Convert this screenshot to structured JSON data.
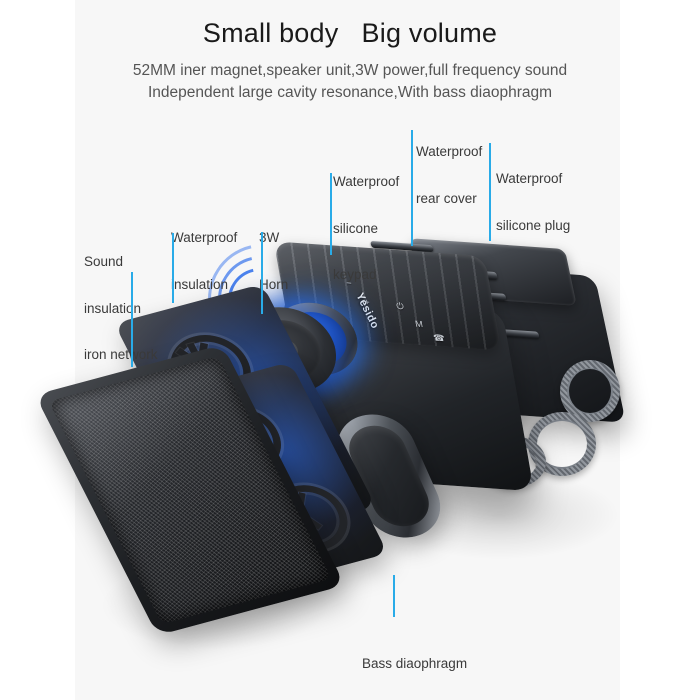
{
  "page": {
    "background_color": "#ffffff",
    "panel_color": "#f7f7f7",
    "accent_color": "#29abe8"
  },
  "header": {
    "title": "Small body   Big volume",
    "subtitle_line1": "52MM iner magnet,speaker unit,3W power,full frequency sound",
    "subtitle_line2": "Independent large cavity resonance,With bass diaophragm"
  },
  "callouts": [
    {
      "id": "sound-insulation-iron-network",
      "line1": "Sound",
      "line2": "insulation",
      "line3": "iron network"
    },
    {
      "id": "waterproof-insulation",
      "line1": "Waterproof",
      "line2": "insulation",
      "line3": ""
    },
    {
      "id": "3w-horn",
      "line1": "3W",
      "line2": "Horn",
      "line3": ""
    },
    {
      "id": "waterproof-silicone-keypad",
      "line1": "Waterproof",
      "line2": "silicone",
      "line3": "keypad"
    },
    {
      "id": "waterproof-rear-cover",
      "line1": "Waterproof",
      "line2": "rear cover",
      "line3": ""
    },
    {
      "id": "waterproof-silicone-plug",
      "line1": "Waterproof",
      "line2": "silicone plug",
      "line3": ""
    },
    {
      "id": "bass-diaophragm",
      "line1": "Bass diaophragm",
      "line2": "",
      "line3": ""
    }
  ],
  "product": {
    "brand": "Yesido",
    "keys": [
      {
        "id": "volume-down",
        "label": "−"
      },
      {
        "id": "volume-up",
        "label": "+"
      },
      {
        "id": "power",
        "label": "⏻"
      },
      {
        "id": "mode",
        "label": "M"
      },
      {
        "id": "call",
        "label": "☎"
      }
    ]
  }
}
